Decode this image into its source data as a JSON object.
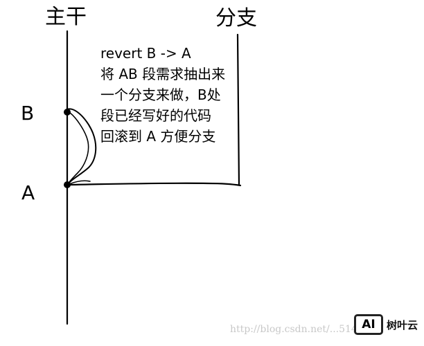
{
  "labels": {
    "trunk": "主干",
    "branch": "分支",
    "point_b": "B",
    "point_a": "A"
  },
  "notes": [
    "revert B -> A",
    "将 AB 段需求抽出来",
    "一个分支来做，B处",
    "段已经写好的代码",
    "回滚到 A 方便分支"
  ],
  "watermark": "http://blog.csdn.net/...514856",
  "logo": {
    "mark": "AI",
    "text": "树叶云"
  }
}
